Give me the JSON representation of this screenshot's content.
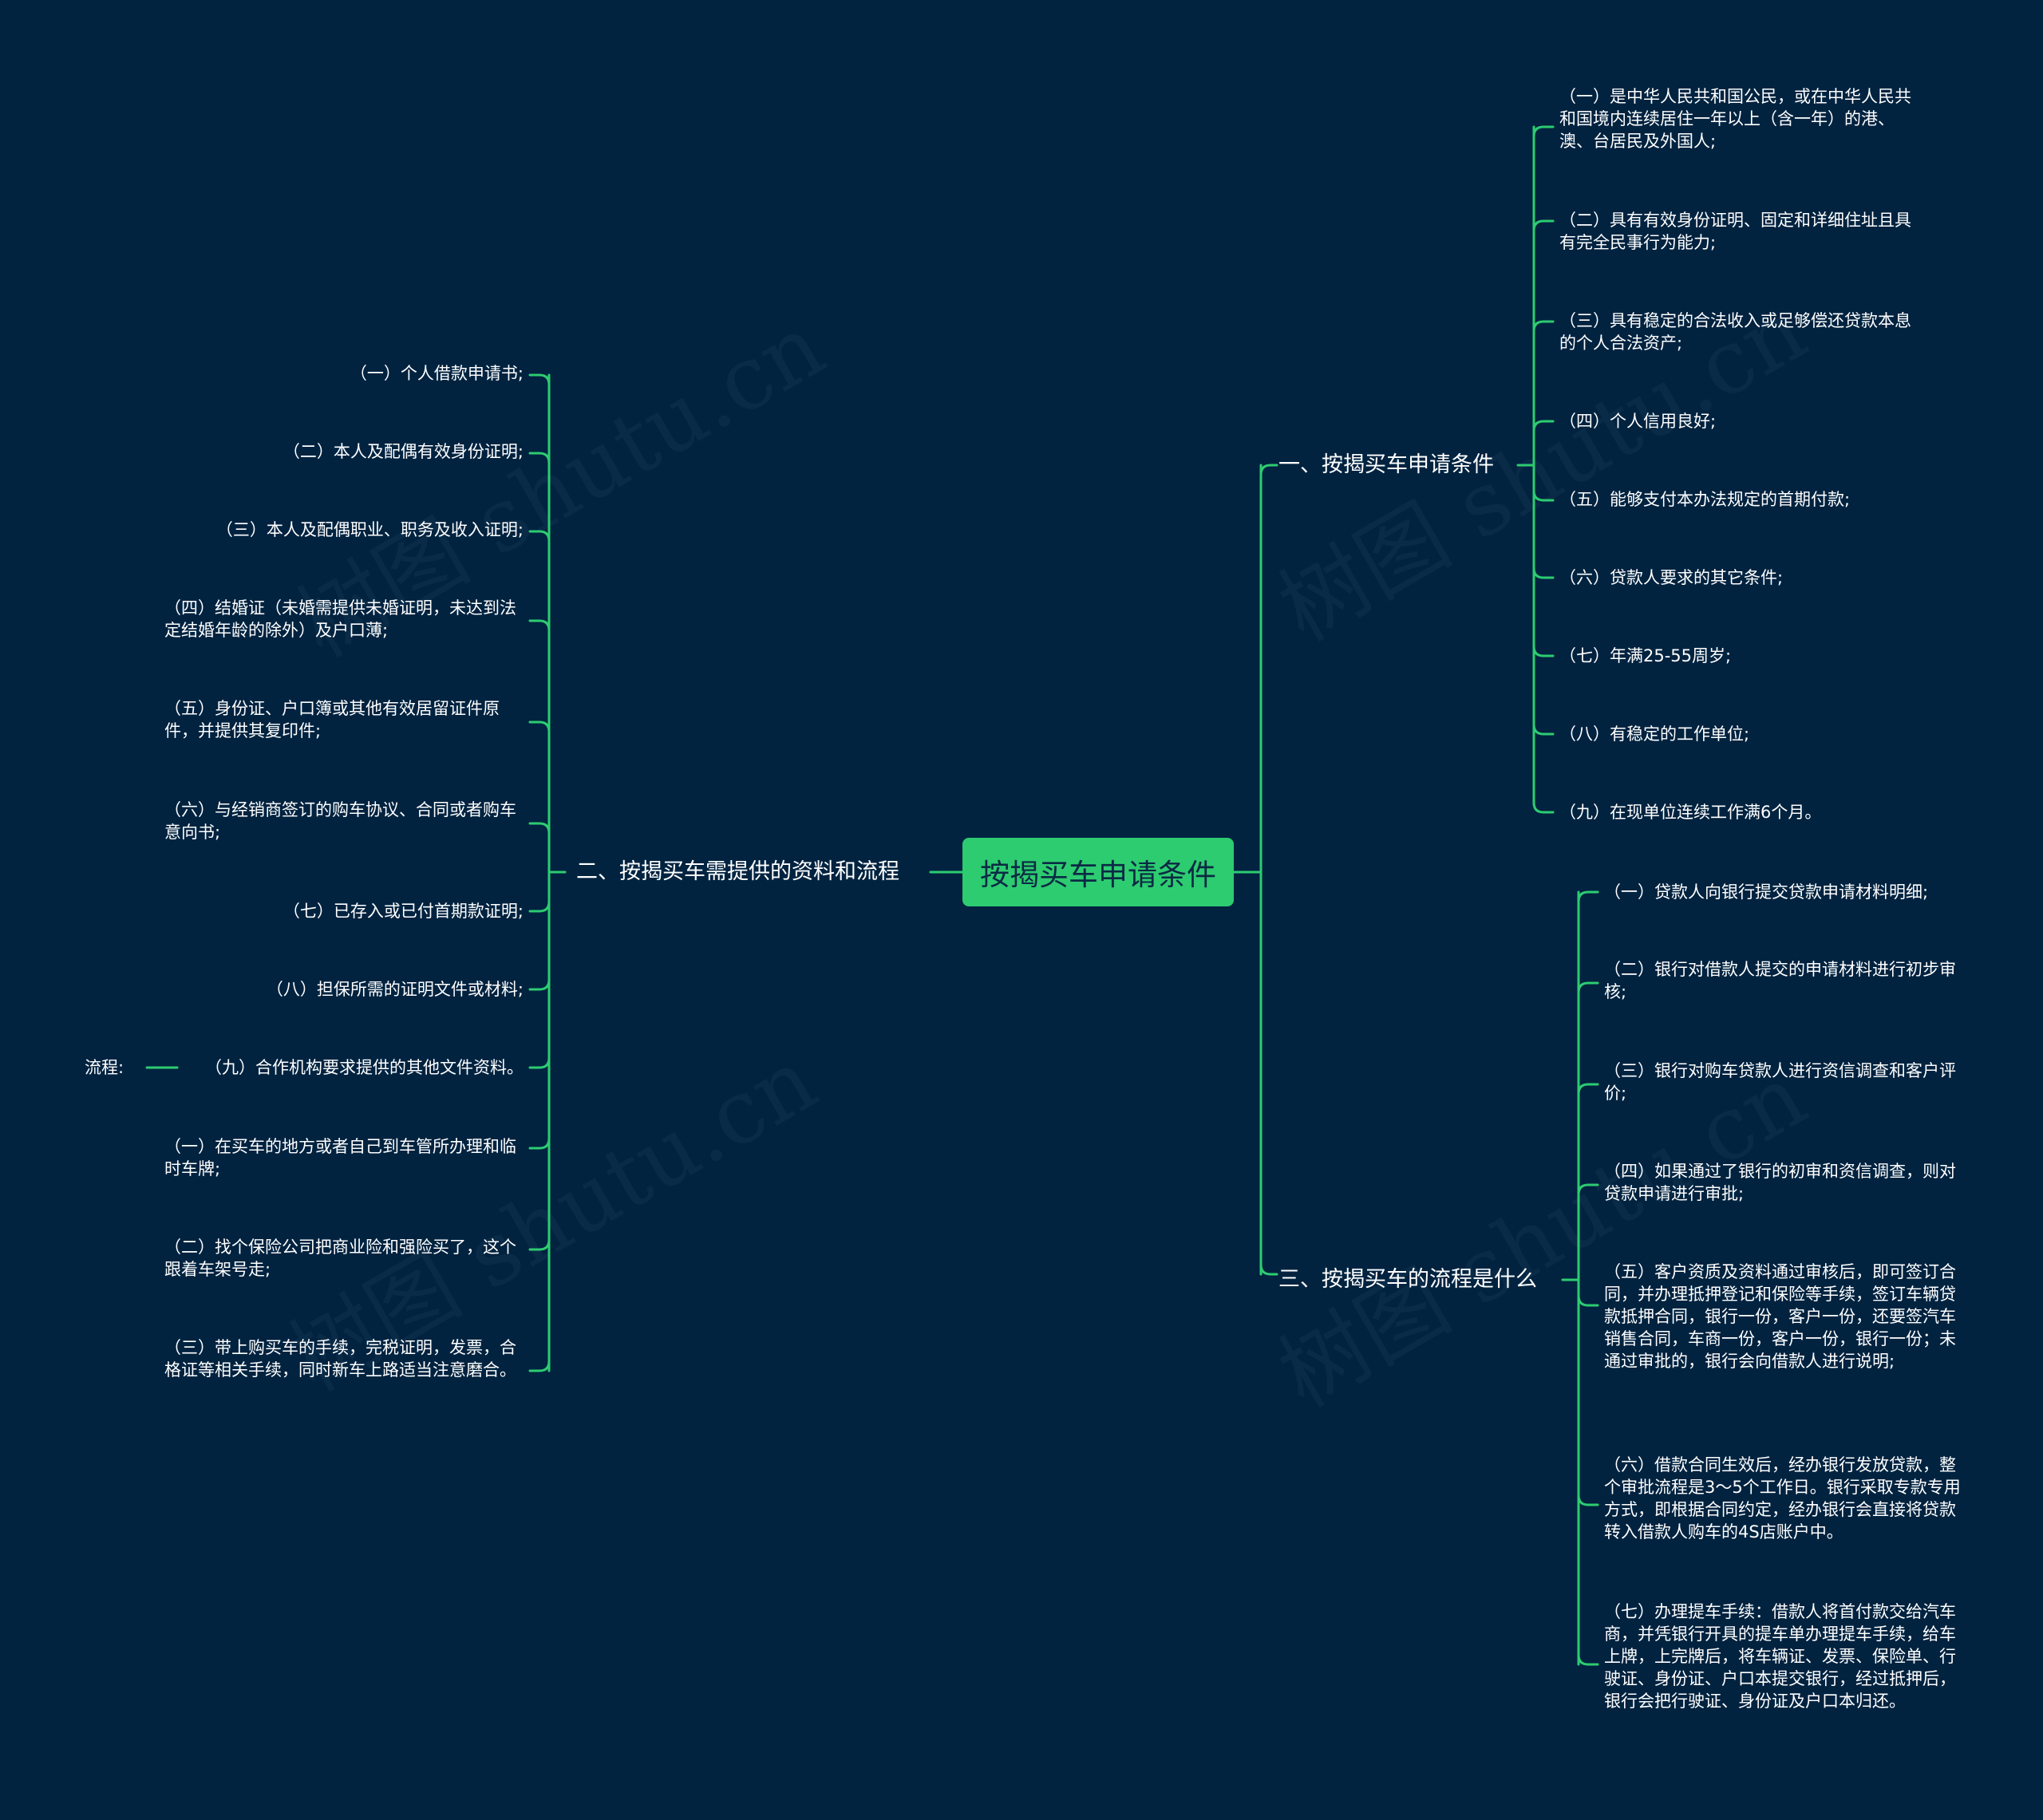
{
  "watermark": "树图 shutu.cn",
  "root": "按揭买车申请条件",
  "branches": {
    "b1": {
      "title": "一、按揭买车申请条件",
      "items": [
        "（一）是中华人民共和国公民，或在中华人民共和国境内连续居住一年以上（含一年）的港、澳、台居民及外国人;",
        "（二）具有有效身份证明、固定和详细住址且具有完全民事行为能力;",
        "（三）具有稳定的合法收入或足够偿还贷款本息的个人合法资产;",
        "（四）个人信用良好;",
        "（五）能够支付本办法规定的首期付款;",
        "（六）贷款人要求的其它条件;",
        "（七）年满25-55周岁;",
        "（八）有稳定的工作单位;",
        "（九）在现单位连续工作满6个月。"
      ]
    },
    "b2": {
      "title": "二、按揭买车需提供的资料和流程",
      "items": [
        "（一）个人借款申请书;",
        "（二）本人及配偶有效身份证明;",
        "（三）本人及配偶职业、职务及收入证明;",
        "（四）结婚证（未婚需提供未婚证明，未达到法定结婚年龄的除外）及户口薄;",
        "（五）身份证、户口簿或其他有效居留证件原件，并提供其复印件;",
        "（六）与经销商签订的购车协议、合同或者购车意向书;",
        "（七）已存入或已付首期款证明;",
        "（八）担保所需的证明文件或材料;",
        "（九）合作机构要求提供的其他文件资料。",
        "（一）在买车的地方或者自己到车管所办理和临时车牌;",
        "（二）找个保险公司把商业险和强险买了，这个跟着车架号走;",
        "（三）带上购买车的手续，完税证明，发票，合格证等相关手续，同时新车上路适当注意磨合。"
      ],
      "label_flow": "流程:"
    },
    "b3": {
      "title": "三、按揭买车的流程是什么",
      "items": [
        "（一）贷款人向银行提交贷款申请材料明细;",
        "（二）银行对借款人提交的申请材料进行初步审核;",
        "（三）银行对购车贷款人进行资信调查和客户评价;",
        "（四）如果通过了银行的初审和资信调查，则对贷款申请进行审批;",
        "（五）客户资质及资料通过审核后，即可签订合同，并办理抵押登记和保险等手续，签订车辆贷款抵押合同，银行一份，客户一份，还要签汽车销售合同，车商一份，客户一份，银行一份；未通过审批的，银行会向借款人进行说明;",
        "（六）借款合同生效后，经办银行发放贷款，整个审批流程是3～5个工作日。银行采取专款专用方式，即根据合同约定，经办银行会直接将贷款转入借款人购车的4S店账户中。",
        "（七）办理提车手续：借款人将首付款交给汽车商，并凭银行开具的提车单办理提车手续，给车上牌，上完牌后，将车辆证、发票、保险单、行驶证、身份证、户口本提交银行，经过抵押后，银行会把行驶证、身份证及户口本归还。"
      ]
    }
  },
  "colors": {
    "background": "#012340",
    "root_fill": "#2dcc70",
    "line": "#2dcc70",
    "text": "#ffffff"
  }
}
